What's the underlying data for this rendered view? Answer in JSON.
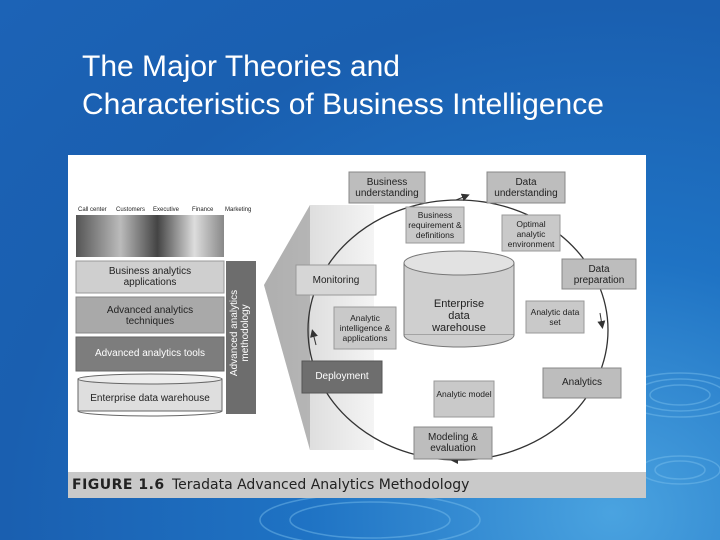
{
  "slide": {
    "title_line1": "The Major Theories and",
    "title_line2": "Characteristics of Business Intelligence"
  },
  "figure": {
    "number": "FIGURE 1.6",
    "caption": "Teradata Advanced Analytics Methodology",
    "photo_labels": [
      "Call center",
      "Customers",
      "Executive",
      "Finance",
      "Marketing"
    ],
    "stack": {
      "layer1": "Business analytics applications",
      "layer2": "Advanced analytics techniques",
      "layer3": "Advanced analytics tools",
      "layer4": "Enterprise data warehouse",
      "side_label_line1": "Advanced analytics",
      "side_label_line2": "methodology"
    },
    "cycle": {
      "business_understanding": "Business understanding",
      "data_understanding": "Data understanding",
      "data_preparation": "Data preparation",
      "analytics": "Analytics",
      "modeling_evaluation": "Modeling & evaluation",
      "deployment": "Deployment",
      "monitoring": "Monitoring"
    },
    "inner": {
      "business_requirement": "Business requirement & definitions",
      "optimal_env": "Optimal analytic environment",
      "analytic_data_set": "Analytic data set",
      "analytic_model": "Analytic model",
      "analytic_intelligence": "Analytic intelligence & applications"
    },
    "center": "Enterprise data warehouse"
  }
}
